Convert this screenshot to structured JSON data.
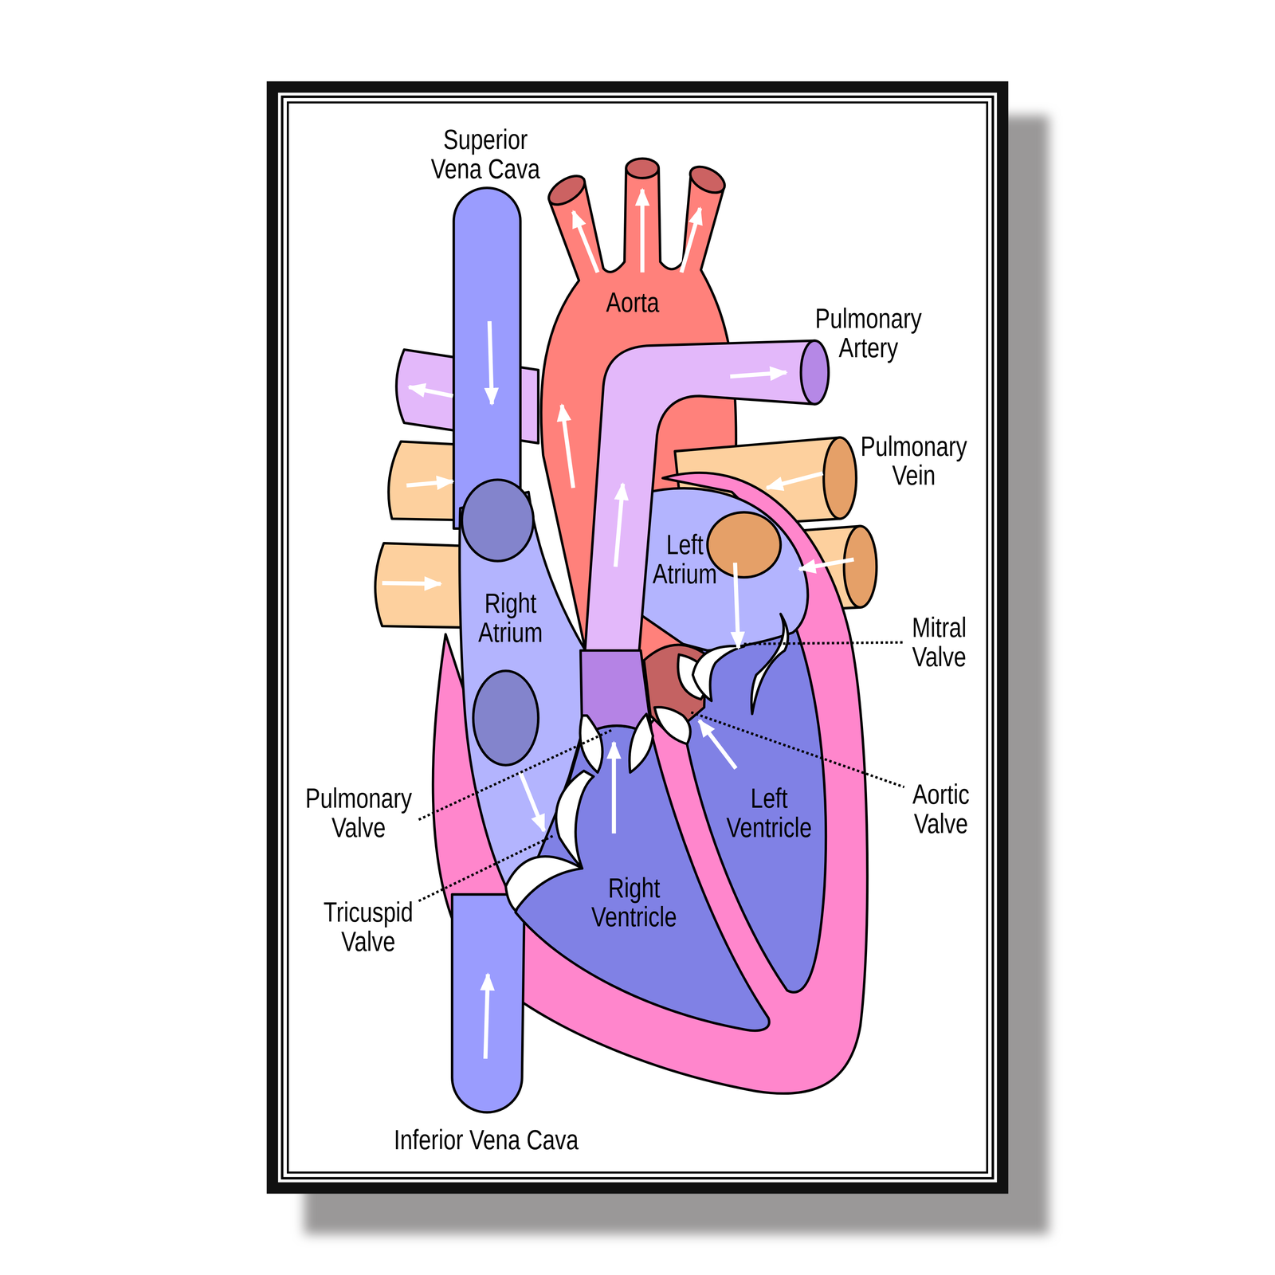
{
  "diagram": {
    "labels": [
      "Superior Vena Cava",
      "Aorta",
      "Pulmonary Artery",
      "Pulmonary Vein",
      "Left Atrium",
      "Right Atrium",
      "Mitral Valve",
      "Pulmonary Valve",
      "Aortic Valve",
      "Left Ventricle",
      "Right Ventricle",
      "Tricuspid Valve",
      "Inferior Vena Cava"
    ]
  }
}
